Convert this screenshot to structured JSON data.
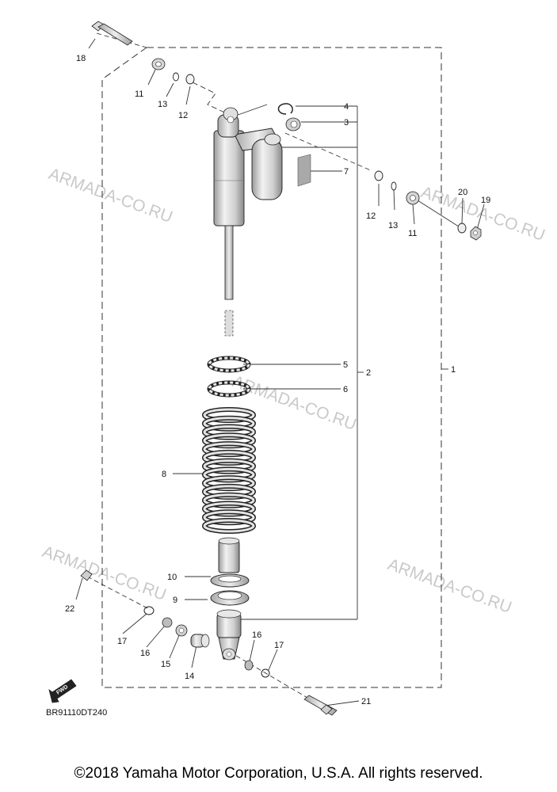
{
  "watermark_text": "ARMADA-CO.RU",
  "diagram_code": "BR91110DT240",
  "fwd_label": "FWD",
  "copyright": "©2018 Yamaha Motor Corporation, U.S.A. All rights reserved.",
  "callouts": {
    "c1": "1",
    "c2": "2",
    "c3": "3",
    "c4": "4",
    "c5": "5",
    "c6": "6",
    "c7": "7",
    "c8": "8",
    "c9": "9",
    "c10": "10",
    "c11a": "11",
    "c11b": "11",
    "c12a": "12",
    "c12b": "12",
    "c13a": "13",
    "c13b": "13",
    "c14": "14",
    "c15": "15",
    "c16a": "16",
    "c16b": "16",
    "c17a": "17",
    "c17b": "17",
    "c18": "18",
    "c19": "19",
    "c20": "20",
    "c21": "21",
    "c22": "22"
  }
}
